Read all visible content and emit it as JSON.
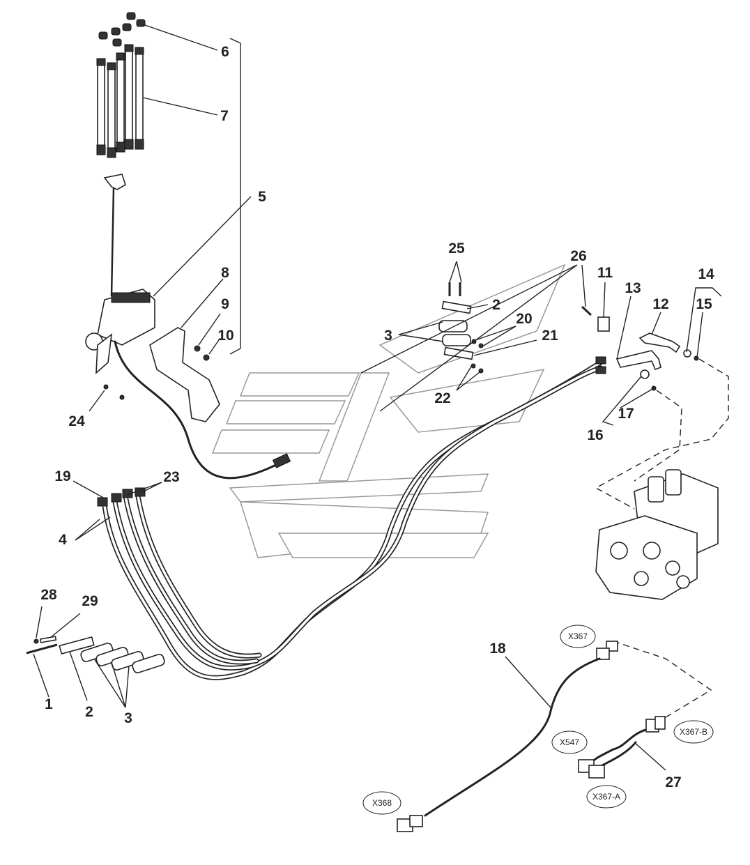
{
  "callouts": [
    "1",
    "2",
    "2",
    "3",
    "3",
    "3",
    "4",
    "5",
    "6",
    "7",
    "8",
    "9",
    "10",
    "11",
    "12",
    "13",
    "14",
    "15",
    "16",
    "17",
    "18",
    "19",
    "20",
    "21",
    "22",
    "23",
    "24",
    "25",
    "26",
    "27",
    "28",
    "29"
  ],
  "connectors": [
    "X367",
    "X547",
    "X367-B",
    "X367-A",
    "X368"
  ]
}
